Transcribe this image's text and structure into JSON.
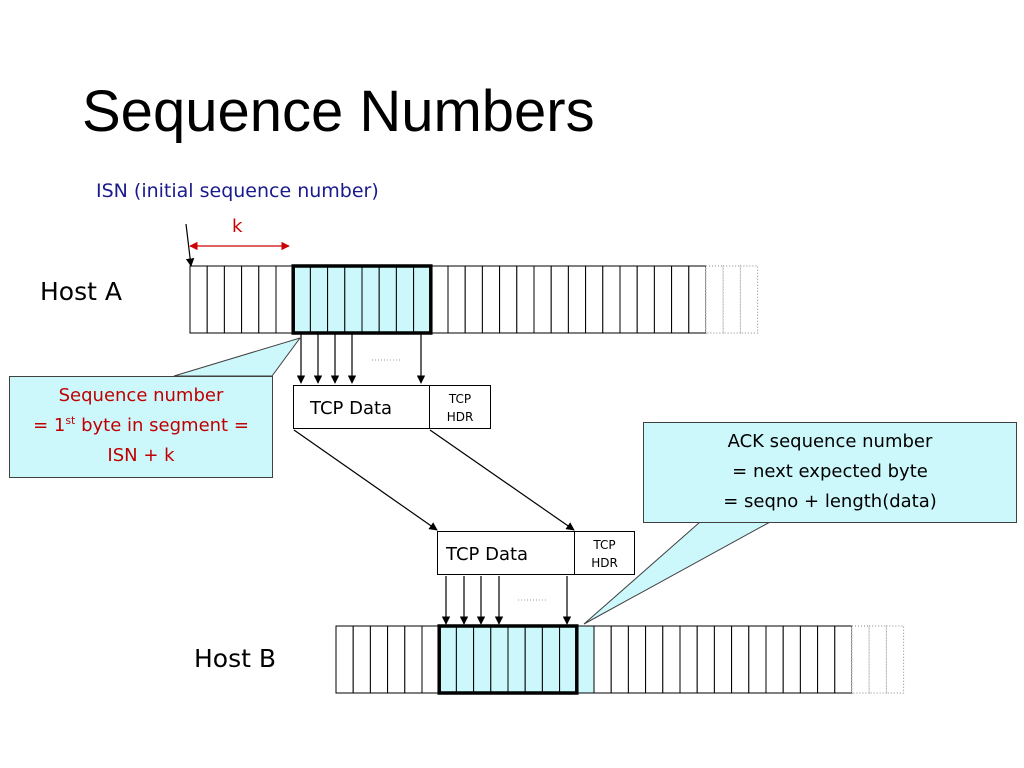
{
  "title": "Sequence Numbers",
  "isn_label": "ISN (initial sequence number)",
  "k_label": "k",
  "host_a": "Host A",
  "host_b": "Host B",
  "seq_callout": {
    "line1": "Sequence number",
    "line2_pre": "= 1",
    "line2_sup": "st",
    "line2_post": " byte in segment =",
    "line3": "ISN + k"
  },
  "ack_callout": {
    "line1": "ACK sequence number",
    "line2": "= next expected byte",
    "line3": "= seqno + length(data)"
  },
  "segment_top": {
    "data": "TCP Data",
    "hdr1": "TCP",
    "hdr2": "HDR"
  },
  "segment_bottom": {
    "data": "TCP Data",
    "hdr1": "TCP",
    "hdr2": "HDR"
  },
  "colors": {
    "callout_fill": "#ccf8fb",
    "highlight_fill": "#ccf8fb",
    "isn_text": "#1a1a8c",
    "red_text": "#cc0000"
  }
}
